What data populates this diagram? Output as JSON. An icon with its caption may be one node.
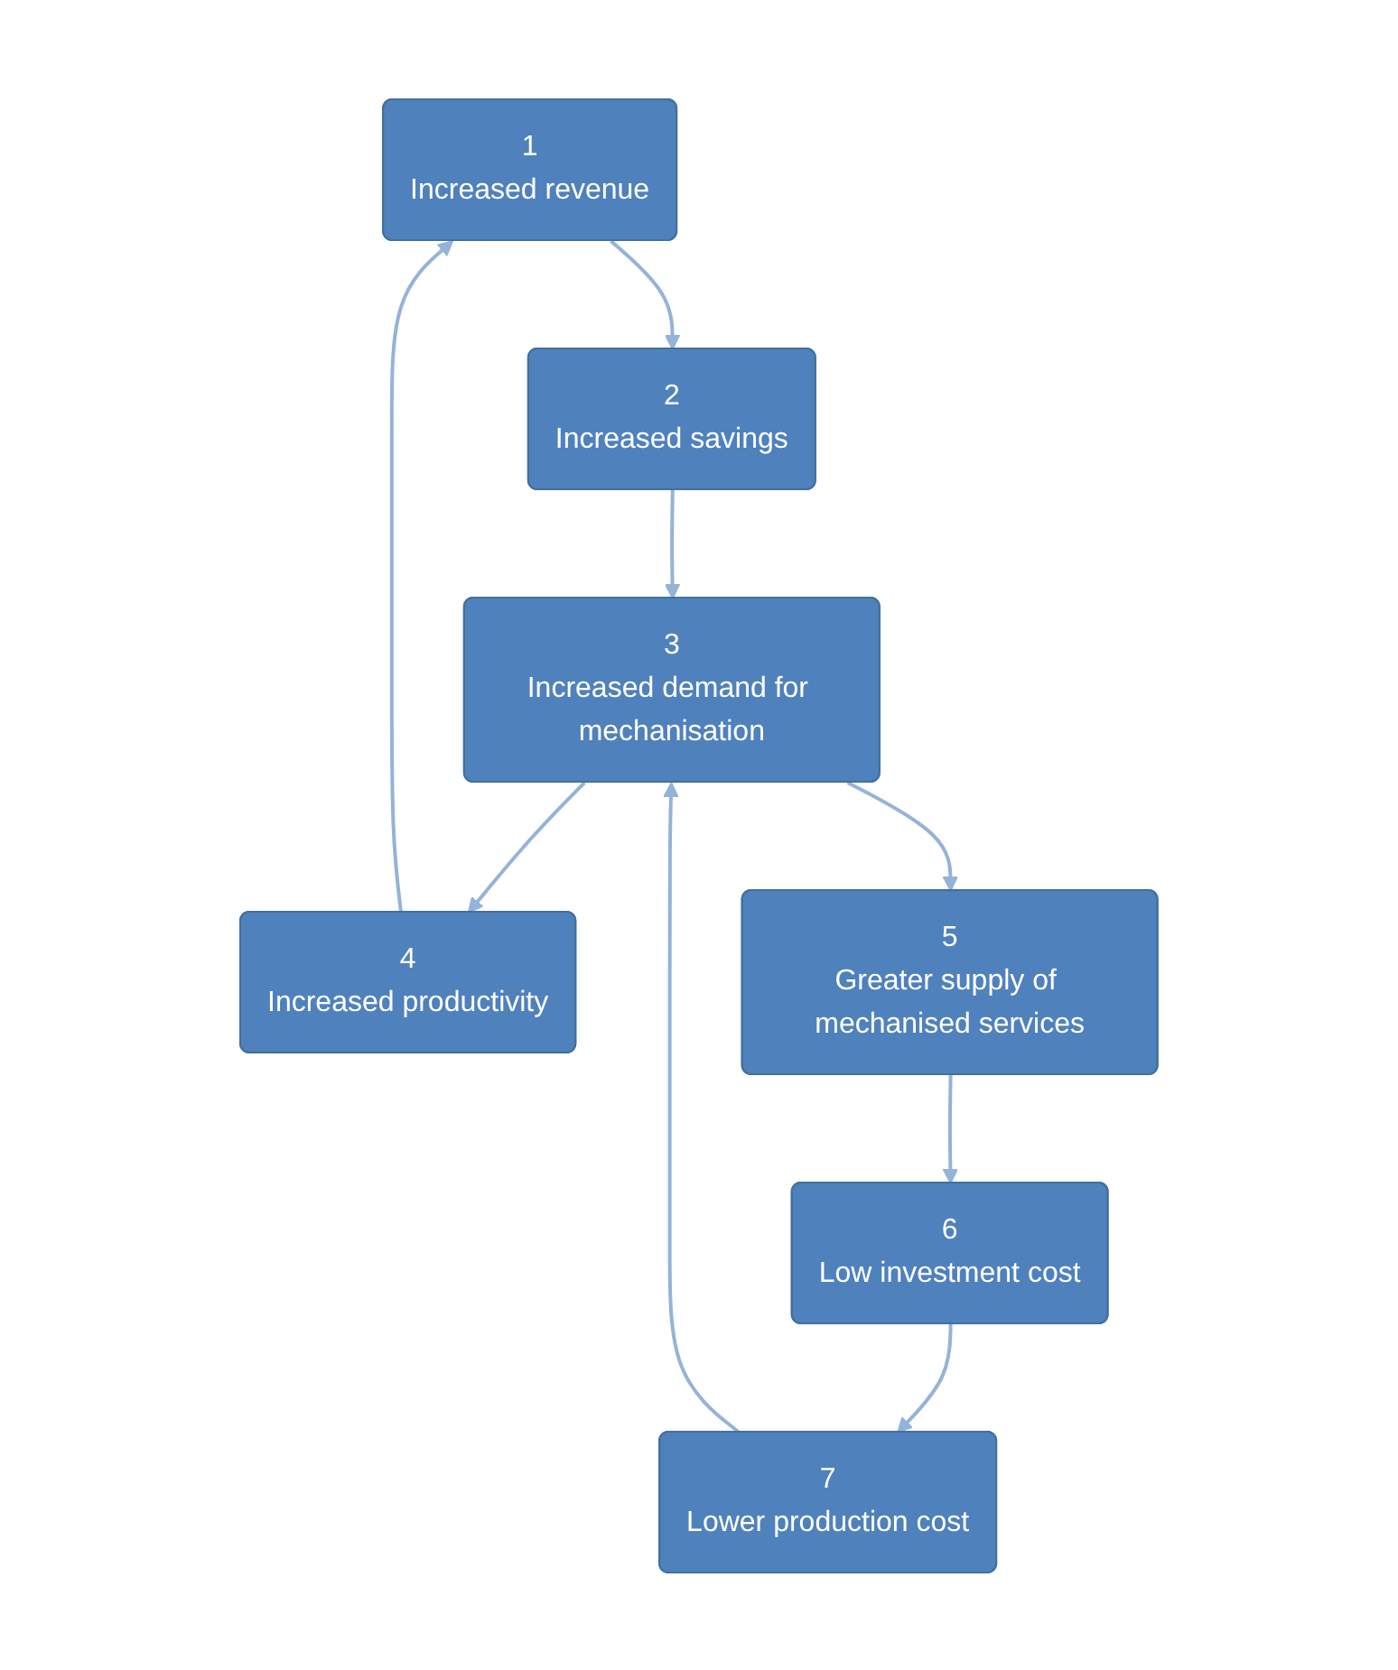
{
  "diagram": {
    "nodes": [
      {
        "text": [
          "1",
          "Increased revenue"
        ]
      },
      {
        "text": [
          "4",
          "Increased productivity"
        ]
      },
      {
        "text": [
          "2",
          "Increased savings"
        ]
      },
      {
        "text": [
          "3",
          "Increased demand for mechanisation"
        ]
      },
      {
        "text": [
          "7",
          "Lower production cost"
        ]
      },
      {
        "text": [
          "5",
          "Greater supply of mechanised services"
        ]
      },
      {
        "text": [
          "6",
          "Low investment cost"
        ]
      }
    ],
    "edges": [
      {
        "from": 0,
        "to": 2,
        "arrow": "to"
      },
      {
        "from": 2,
        "to": 3,
        "arrow": "to"
      },
      {
        "from": 3,
        "to": 1,
        "arrow": "to"
      },
      {
        "from": 1,
        "to": 0,
        "arrow": "to"
      },
      {
        "from": 3,
        "to": 5,
        "arrow": "to"
      },
      {
        "from": 5,
        "to": 6,
        "arrow": "to"
      },
      {
        "from": 6,
        "to": 4,
        "arrow": "to"
      },
      {
        "from": 4,
        "to": 3,
        "arrow": "to"
      }
    ]
  }
}
